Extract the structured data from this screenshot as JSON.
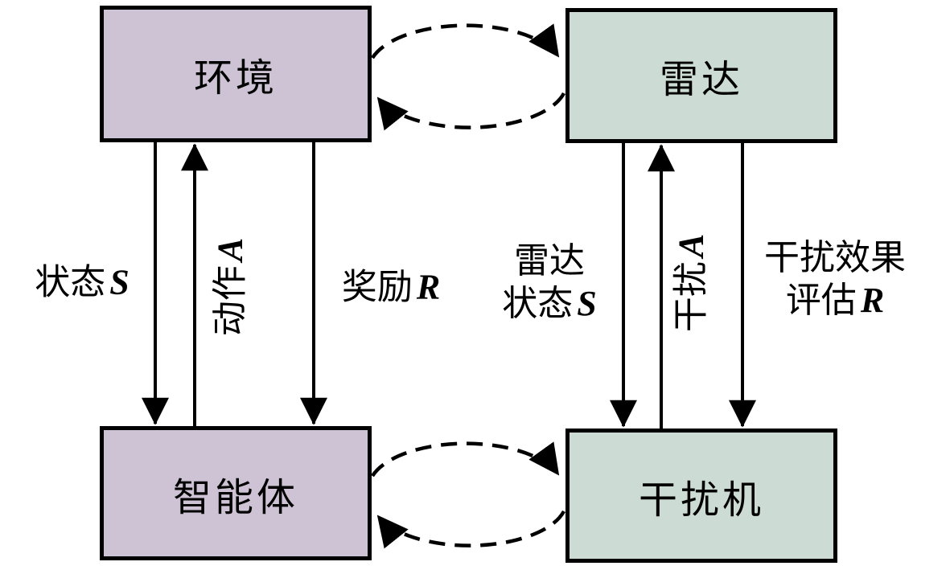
{
  "nodes": {
    "environment": {
      "label": "环境",
      "fill": "#cec3d5"
    },
    "radar": {
      "label": "雷达",
      "fill": "#ccdcd5"
    },
    "agent": {
      "label": "智能体",
      "fill": "#cec3d5"
    },
    "jammer": {
      "label": "干扰机",
      "fill": "#ccdcd5"
    }
  },
  "edges": {
    "state": {
      "text": "状态",
      "var": "S"
    },
    "action": {
      "text": "动作",
      "var": "A"
    },
    "reward": {
      "text": "奖励",
      "var": "R"
    },
    "radar_state": {
      "line1": "雷达",
      "line2": "状态",
      "var": "S"
    },
    "jam": {
      "text": "干扰",
      "var": "A"
    },
    "jam_effect": {
      "line1": "干扰效果",
      "line2": "评估",
      "var": "R"
    }
  },
  "colors": {
    "stroke": "#000000",
    "background": "#ffffff"
  }
}
